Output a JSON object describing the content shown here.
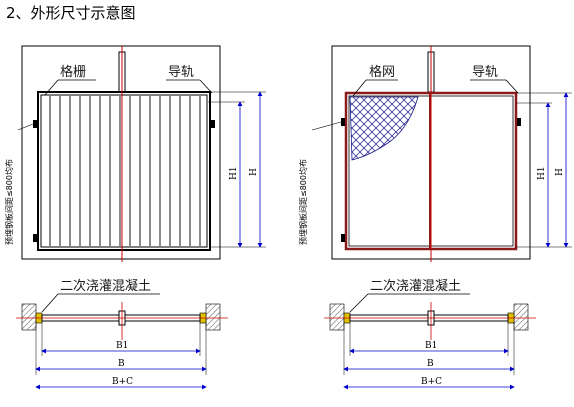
{
  "heading": "2、外形尺寸示意图",
  "left_panel": {
    "infill_label": "格栅",
    "rail_label": "导轨",
    "embedded_note": "预埋钢板间距≤800均布",
    "dim_h1": "H1",
    "dim_h": "H",
    "concrete_label": "二次浇灌混凝土",
    "dim_b1": "B1",
    "dim_b": "B",
    "dim_bc": "B+C"
  },
  "right_panel": {
    "infill_label": "格网",
    "rail_label": "导轨",
    "embedded_note": "预埋钢板间距≤800均布",
    "dim_h1": "H1",
    "dim_h": "H",
    "concrete_label": "二次浇灌混凝土",
    "dim_b1": "B1",
    "dim_b": "B",
    "dim_bc": "B+C"
  },
  "colors": {
    "frame": "#000000",
    "red_line": "#cc0000",
    "dim_blue": "#0000cc",
    "mesh": "#1a1a8a",
    "hatch": "#555555"
  }
}
